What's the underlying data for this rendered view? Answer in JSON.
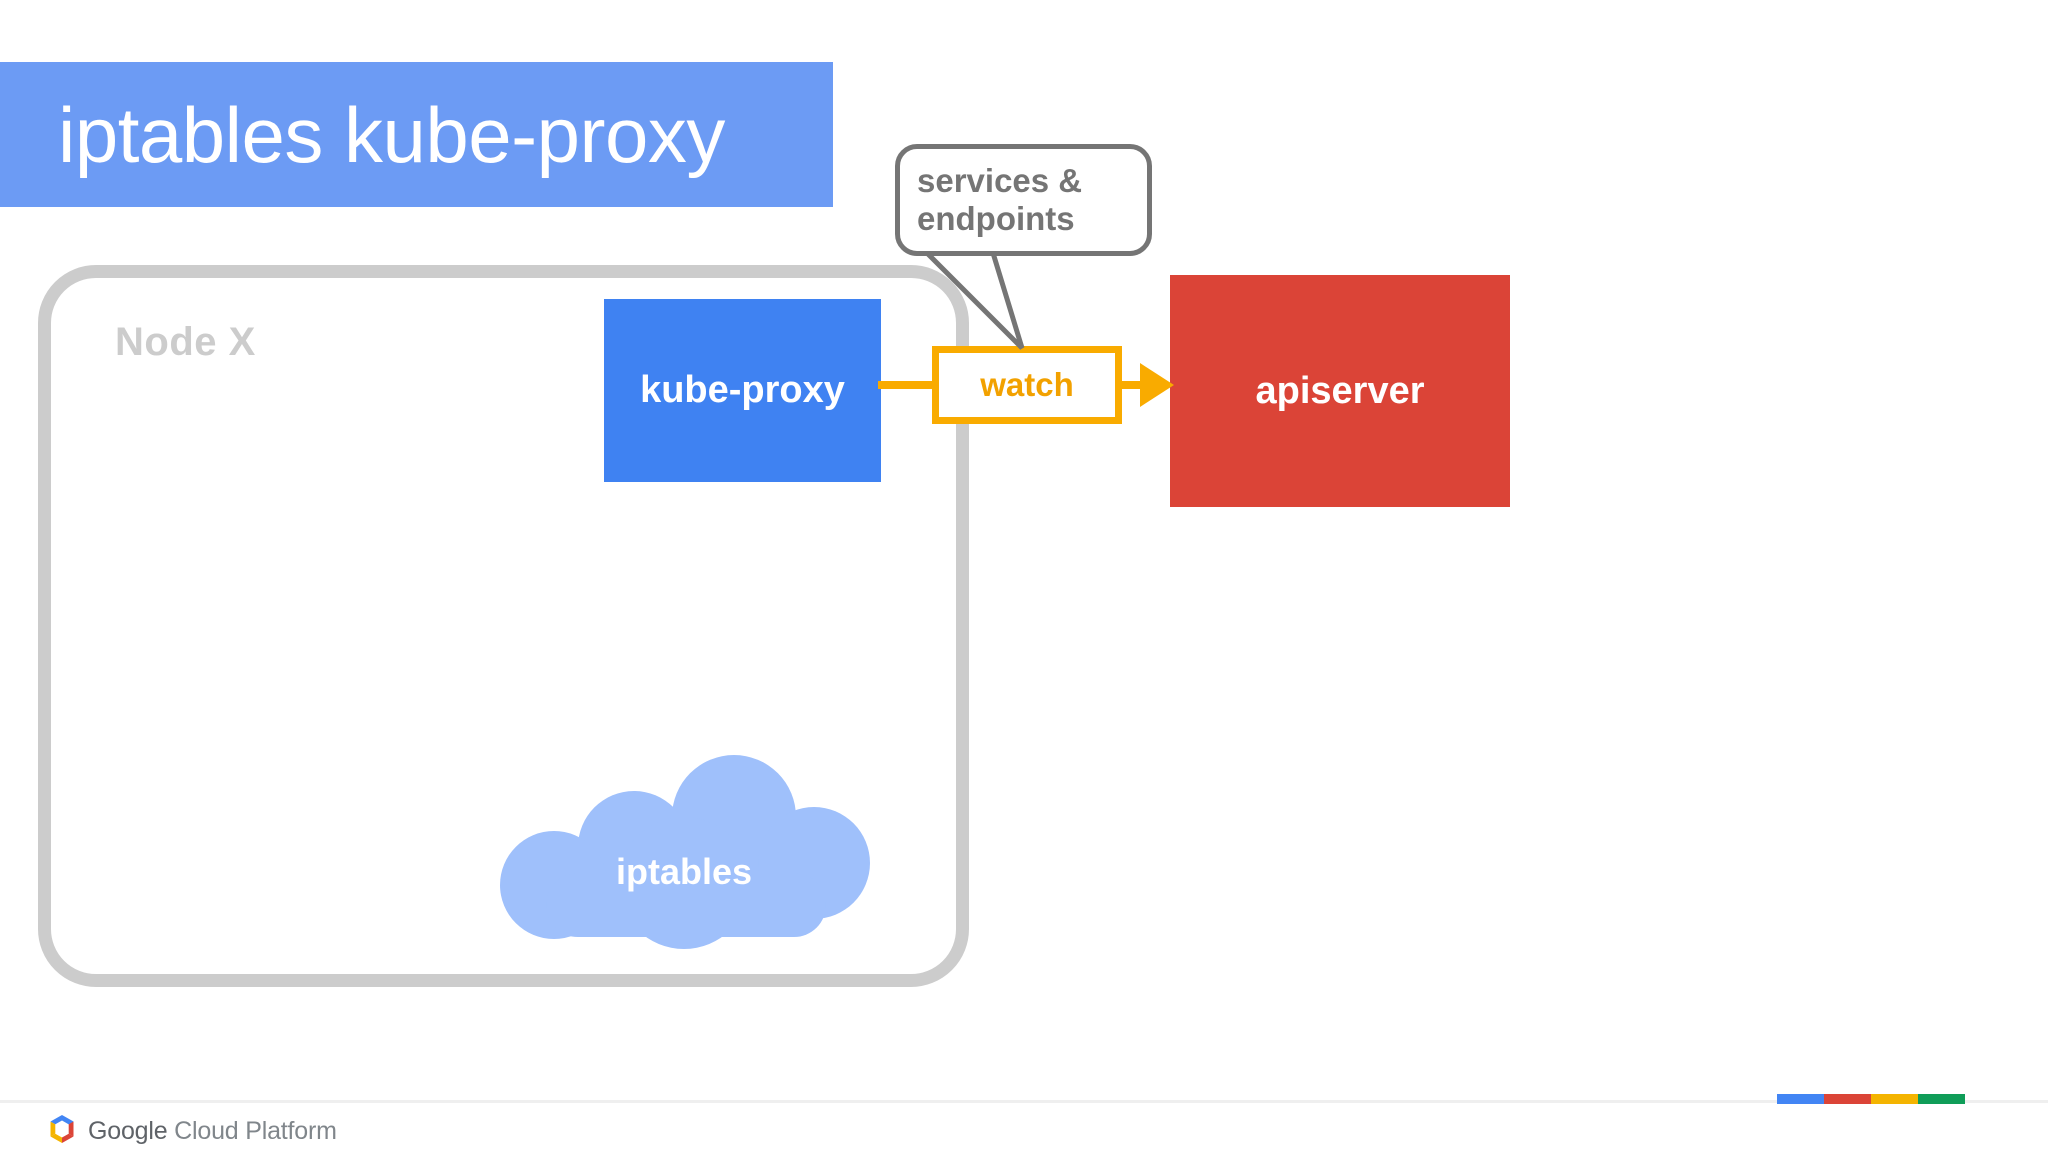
{
  "slide": {
    "title": "iptables kube-proxy",
    "title_bar_color": "#6C9BF4",
    "background": "#ffffff"
  },
  "node": {
    "label": "Node X",
    "border_color": "#CCCCCC"
  },
  "boxes": {
    "kube_proxy": {
      "label": "kube-proxy",
      "fill": "#3F82F2",
      "text_color": "#ffffff"
    },
    "apiserver": {
      "label": "apiserver",
      "fill": "#DB4437",
      "text_color": "#ffffff"
    },
    "watch": {
      "label": "watch",
      "fill": "#ffffff",
      "border_color": "#F9AB00",
      "text_color": "#F2A100"
    },
    "iptables_cloud": {
      "label": "iptables",
      "fill": "#9FC0FB",
      "text_color": "#ffffff"
    }
  },
  "callout": {
    "text": "services &\nendpoints",
    "border_color": "#757575",
    "text_color": "#757575"
  },
  "connectors": {
    "kube_proxy_to_watch": {
      "name": "kube-proxy-to-watch-line",
      "color": "#F9AB00",
      "arrow": false
    },
    "watch_to_apiserver": {
      "name": "watch-to-apiserver-arrow",
      "color": "#F9AB00",
      "arrow": true
    },
    "callout_to_watch": {
      "name": "callout-tail",
      "color": "#757575"
    }
  },
  "footer": {
    "logo": {
      "brand": "Google",
      "product": "Cloud Platform"
    },
    "color_bar": [
      "#4285F4",
      "#DB4437",
      "#F4B400",
      "#0F9D58"
    ],
    "rule_color": "#EFEFEF"
  }
}
